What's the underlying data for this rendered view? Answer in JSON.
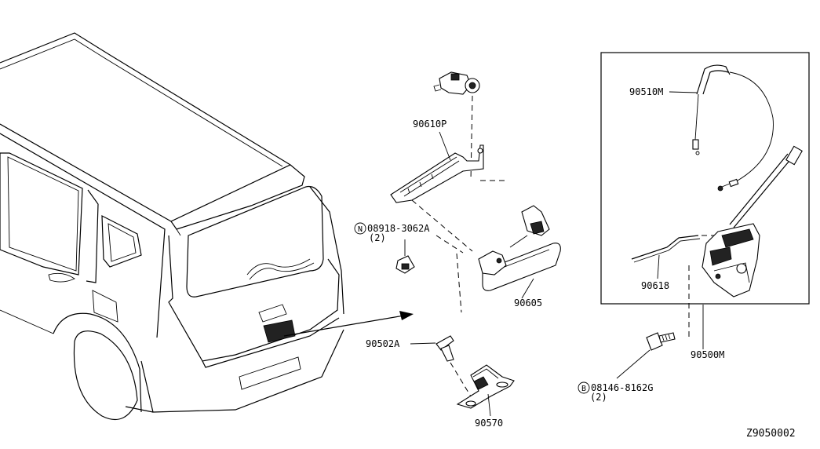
{
  "labels": {
    "p90610P": "90610P",
    "p08918_code": "08918-3062A",
    "p08918_qty": "(2)",
    "p90605": "90605",
    "p90502A": "90502A",
    "p90570": "90570",
    "p90510M": "90510M",
    "p90618": "90618",
    "p90500M": "90500M",
    "p08146_code": "08146-8162G",
    "p08146_qty": "(2)",
    "diagram_id": "Z9050002"
  },
  "symbols": {
    "nut_letter": "N",
    "bolt_letter": "B"
  }
}
